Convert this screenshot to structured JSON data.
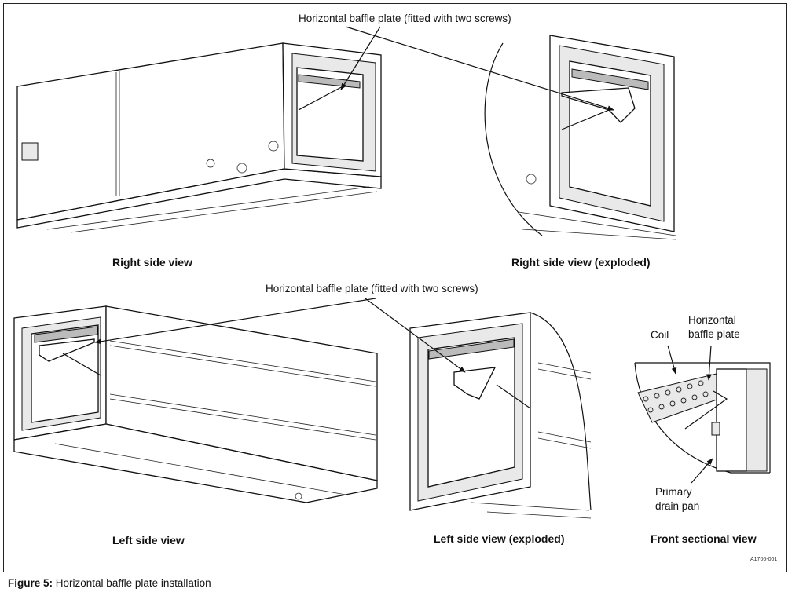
{
  "labels": {
    "callout_top": "Horizontal baffle plate (fitted with two screws)",
    "callout_mid": "Horizontal baffle plate (fitted with two screws)",
    "coil": "Coil",
    "baffle_line1": "Horizontal",
    "baffle_line2": "baffle plate",
    "drain_line1": "Primary",
    "drain_line2": "drain pan"
  },
  "views": {
    "right_side": "Right side view",
    "right_side_exploded": "Right side view (exploded)",
    "left_side": "Left side view",
    "left_side_exploded": "Left side view (exploded)",
    "front_sectional": "Front sectional view"
  },
  "figure_code": "A1706-001",
  "caption": {
    "number": "Figure 5:",
    "text": "Horizontal baffle plate installation"
  }
}
